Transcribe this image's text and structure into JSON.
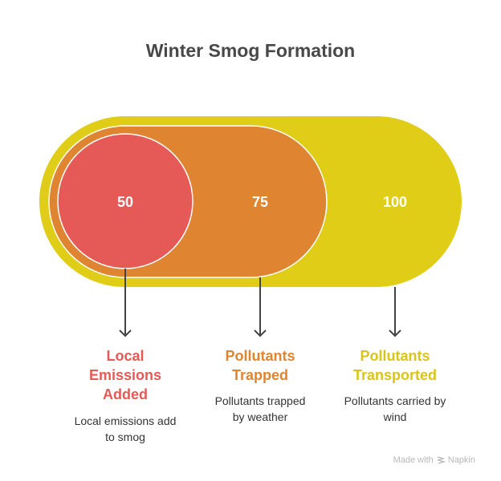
{
  "title": "Winter Smog Formation",
  "colors": {
    "outer": "#dfcd17",
    "middle": "#df8431",
    "inner": "#e55956",
    "arrow": "#444444",
    "text": "#333333"
  },
  "stages": [
    {
      "value": "50",
      "label_lines": [
        "Local",
        "Emissions",
        "Added"
      ],
      "description_lines": [
        "Local emissions add",
        "to smog"
      ],
      "color": "#e55956"
    },
    {
      "value": "75",
      "label_lines": [
        "Pollutants",
        "Trapped"
      ],
      "description_lines": [
        "Pollutants trapped",
        "by weather"
      ],
      "color": "#df8431"
    },
    {
      "value": "100",
      "label_lines": [
        "Pollutants",
        "Transported"
      ],
      "description_lines": [
        "Pollutants carried by",
        "wind"
      ],
      "color": "#d9c51a"
    }
  ],
  "footer": {
    "made_with": "Made with",
    "brand": "Napkin",
    "icon": "napkin-logo-icon"
  }
}
